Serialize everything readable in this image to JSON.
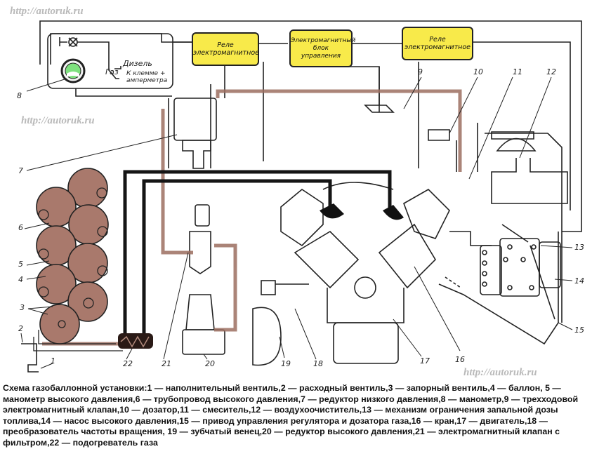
{
  "watermarks": [
    "http://autoruk.ru",
    "http://autoruk.ru",
    "http://autoruk.ru"
  ],
  "colors": {
    "relay_fill": "#f8ea4a",
    "gas_pipe": "#8b5a4a",
    "cylinder_fill": "#a9796c",
    "gauge_green": "#7ee07e",
    "line": "#222222"
  },
  "control_panel": {
    "gas_label": "Газ",
    "diesel_label": "Дизель",
    "ammeter_label_1": "К клемме +",
    "ammeter_label_2": "амперметра"
  },
  "blocks": {
    "relay_1": [
      "Реле",
      "электромагнитное"
    ],
    "control_unit": [
      "Электромагнитный",
      "блок",
      "управления"
    ],
    "relay_2": [
      "Реле",
      "электромагнитное"
    ]
  },
  "callouts": [
    "1",
    "2",
    "3",
    "4",
    "5",
    "6",
    "7",
    "8",
    "9",
    "10",
    "11",
    "12",
    "13",
    "14",
    "15",
    "16",
    "17",
    "18",
    "19",
    "20",
    "21",
    "22"
  ],
  "caption": "Схема газобаллонной установки:1 — наполнительный вентиль,2 — расходный вентиль,3 — запорный вентиль,4 — баллон, 5 — манометр высокого давления,6 — трубопровод высокого давления,7 — редуктор низкого давления,8 — манометр,9 — трехходовой электромагнитный клапан,10 — дозатор,11 — смеситель,12 — воздухоочиститель,13 — механизм ограничения запальной дозы топлива,14 — насос высокого давления,15 — привод управления регулятора и дозатора газа,16 — кран,17 — двигатель,18 — преобразователь частоты вращения, 19 — зубчатый венец,20 — редуктор высокого давления,21 — электромагнитный клапан с фильтром,22 — подогреватель газа"
}
